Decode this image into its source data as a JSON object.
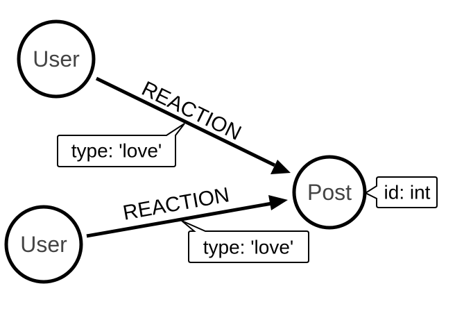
{
  "nodes": {
    "user_top": {
      "label": "User"
    },
    "user_bottom": {
      "label": "User"
    },
    "post": {
      "label": "Post"
    }
  },
  "edges": {
    "top": {
      "label": "REACTION",
      "property": "type: 'love'"
    },
    "bottom": {
      "label": "REACTION",
      "property": "type: 'love'"
    }
  },
  "post_property": "id: int"
}
